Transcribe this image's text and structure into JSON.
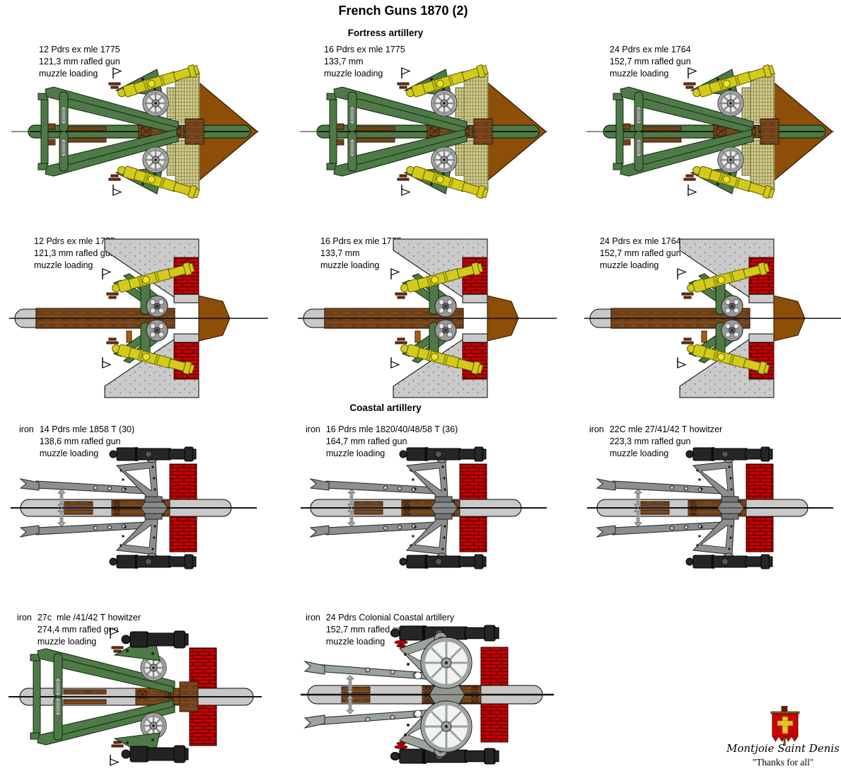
{
  "page": {
    "title": "French Guns 1870 (2)"
  },
  "sections": {
    "fortress": "Fortress artillery",
    "coastal": "Coastal artillery"
  },
  "guns": [
    {
      "prefix": "",
      "name": "12 Pdrs ex mle 1775",
      "caliber": "121,3 mm rafled gun",
      "loading": "muzzle loading",
      "mount": "fortress rampart traversing platform"
    },
    {
      "prefix": "",
      "name": "16 Pdrs ex mle 1775",
      "caliber": "133,7 mm",
      "loading": "muzzle loading",
      "mount": "fortress rampart traversing platform"
    },
    {
      "prefix": "",
      "name": "24 Pdrs ex mle 1764",
      "caliber": "152,7 mm rafled gun",
      "loading": "muzzle loading",
      "mount": "fortress rampart traversing platform"
    },
    {
      "prefix": "",
      "name": "12 Pdrs ex mle 1775",
      "caliber": "121,3 mm rafled gun",
      "loading": "muzzle loading",
      "mount": "casemate embrasure"
    },
    {
      "prefix": "",
      "name": "16 Pdrs ex mle 1775",
      "caliber": "133,7 mm",
      "loading": "muzzle loading",
      "mount": "casemate embrasure"
    },
    {
      "prefix": "",
      "name": "24 Pdrs ex mle 1764",
      "caliber": "152,7 mm rafled gun",
      "loading": "muzzle loading",
      "mount": "casemate embrasure"
    },
    {
      "prefix": "iron",
      "name": "14 Pdrs mle 1858 T (30)",
      "caliber": "138,6 mm rafled gun",
      "loading": "muzzle loading",
      "mount": "coastal traversing platform"
    },
    {
      "prefix": "iron",
      "name": "16 Pdrs mle 1820/40/48/58 T (36)",
      "caliber": "164,7 mm rafled gun",
      "loading": "muzzle loading",
      "mount": "coastal traversing platform"
    },
    {
      "prefix": "iron",
      "name": "22C mle 27/41/42 T howitzer",
      "caliber": "223,3 mm rafled gun",
      "loading": "muzzle loading",
      "mount": "coastal traversing platform"
    },
    {
      "prefix": "iron",
      "name": "27c  mle /41/42 T howitzer",
      "caliber": "274,4 mm rafled gun",
      "loading": "muzzle loading",
      "mount": "coastal rampart platform"
    },
    {
      "prefix": "iron",
      "name": "24 Pdrs Colonial Coastal artillery",
      "caliber": "152,7 mm rafled gun",
      "loading": "muzzle loading",
      "mount": "colonial coastal carriage"
    }
  ],
  "footer": {
    "motto": "Montjoie Saint Denis",
    "thanks": "\"Thanks for all\""
  },
  "colors": {
    "bronze_gun_yellow": "#d2cb1c",
    "carriage_green": "#4d7a47",
    "rampart_brown": "#8d4e08",
    "gabion_khaki": "#cfc98c",
    "wall_grey": "#cacaca",
    "brick_red": "#c40000",
    "iron_black": "#262626",
    "carriage_grey": "#8e8e8e",
    "colonial_grey": "#9aa39c",
    "platform_grey": "#c8c8c8",
    "wood_brown": "#7d4a1e",
    "flag_red": "#cc0000",
    "flag_cross_yellow": "#e8c428"
  }
}
